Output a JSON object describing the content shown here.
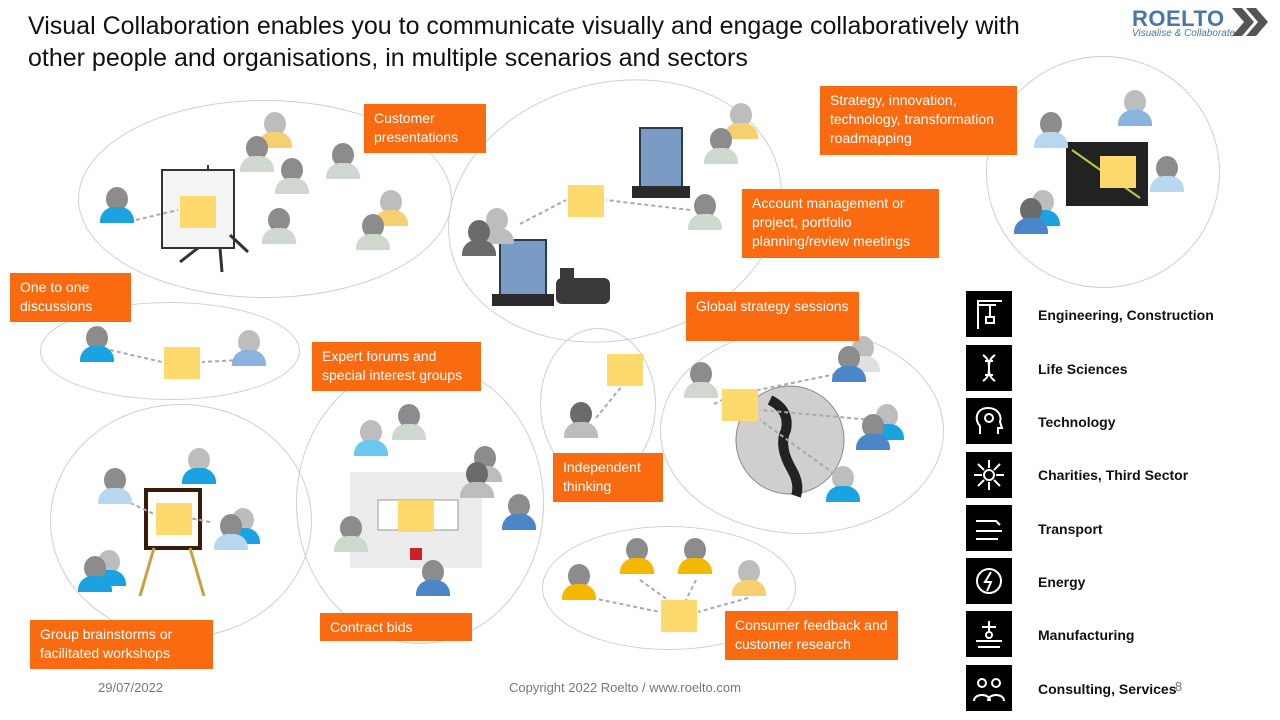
{
  "title": "Visual Collaboration enables you to communicate visually and engage collaboratively with other people and organisations, in multiple scenarios and sectors",
  "logo": {
    "name": "ROELTO",
    "tagline": "Visualise & Collaborate"
  },
  "scenarios": {
    "customer_presentations": "Customer presentations",
    "account_management": "Account management or project, portfolio planning/review meetings",
    "strategy": "Strategy, innovation, technology, transformation roadmapping",
    "one_to_one": "One to one discussions",
    "global_strategy": "Global strategy sessions",
    "expert_forums": "Expert forums and special interest groups",
    "independent_thinking": "Independent thinking",
    "group_brainstorms": "Group brainstorms or facilitated workshops",
    "contract_bids": "Contract bids",
    "consumer_feedback": "Consumer feedback and customer research"
  },
  "sectors": [
    {
      "label": "Engineering, Construction",
      "icon": "crane-icon"
    },
    {
      "label": "Life Sciences",
      "icon": "dna-icon"
    },
    {
      "label": "Technology",
      "icon": "ai-head-icon"
    },
    {
      "label": "Charities, Third Sector",
      "icon": "community-icon"
    },
    {
      "label": "Transport",
      "icon": "vehicles-icon"
    },
    {
      "label": "Energy",
      "icon": "energy-icon"
    },
    {
      "label": "Manufacturing",
      "icon": "conveyor-icon"
    },
    {
      "label": "Consulting, Services",
      "icon": "consulting-icon"
    }
  ],
  "footer": {
    "date": "29/07/2022",
    "copyright": "Copyright 2022 Roelto / www.roelto.com",
    "page": "8"
  },
  "colors": {
    "orange": "#fa6a10",
    "sticky": "#fdd96e",
    "grey": "#8c8c8c",
    "cyan": "#1aa3e0",
    "yellow": "#f5b800"
  }
}
